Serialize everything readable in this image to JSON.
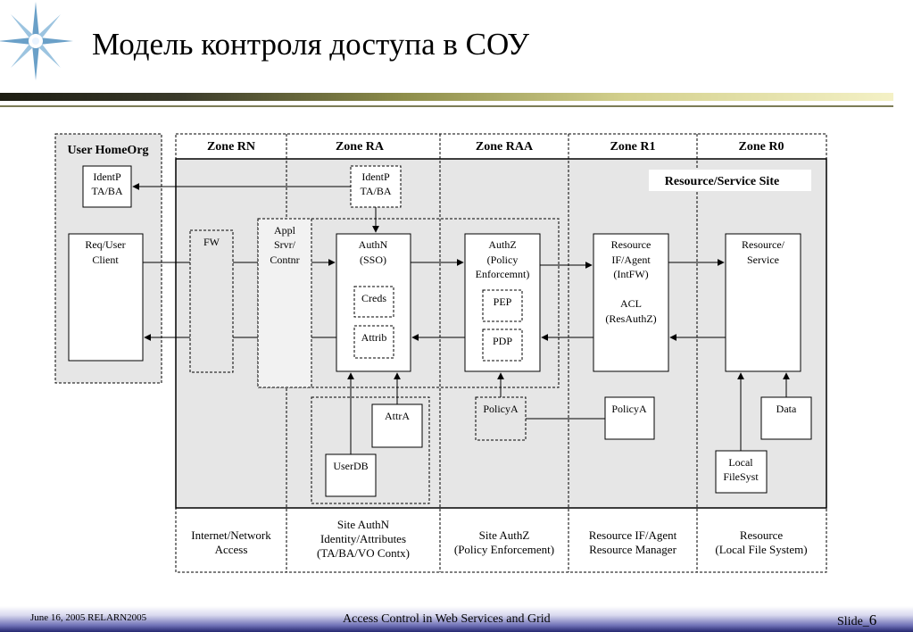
{
  "slide": {
    "title": "Модель контроля доступа в СОУ",
    "footer": {
      "date_event": "June 16, 2005 RELARN2005",
      "center": "Access Control in Web Services and Grid",
      "slide_prefix": "Slide_",
      "slide_number": "6"
    }
  },
  "diagram": {
    "zones": {
      "home": "User HomeOrg",
      "rn": "Zone RN",
      "ra": "Zone RA",
      "raa": "Zone RAA",
      "r1": "Zone R1",
      "r0": "Zone R0"
    },
    "site_label": "Resource/Service Site",
    "boxes": {
      "identp_home": [
        "IdentP",
        "TA/BA"
      ],
      "identp_ra": [
        "IdentP",
        "TA/BA"
      ],
      "req_user": [
        "Req/User",
        "Client"
      ],
      "fw": [
        "FW"
      ],
      "appl": [
        "Appl",
        "Srvr/",
        "Contnr"
      ],
      "authn": [
        "AuthN",
        "(SSO)"
      ],
      "creds": [
        "Creds"
      ],
      "attrib": [
        "Attrib"
      ],
      "authz": [
        "AuthZ",
        "(Policy",
        "Enforcemnt)"
      ],
      "pep": [
        "PEP"
      ],
      "pdp": [
        "PDP"
      ],
      "resource_if": [
        "Resource",
        "IF/Agent",
        "(IntFW)"
      ],
      "acl": [
        "ACL",
        "(ResAuthZ)"
      ],
      "resource_service": [
        "Resource/",
        "Service"
      ],
      "attra": [
        "AttrA"
      ],
      "userdb": [
        "UserDB"
      ],
      "policya_raa": [
        "PolicyA"
      ],
      "policya_r1": [
        "PolicyA"
      ],
      "data": [
        "Data"
      ],
      "local_fs": [
        "Local",
        "FileSyst"
      ]
    },
    "bottom_labels": {
      "rn": [
        "Internet/Network",
        "Access"
      ],
      "ra": [
        "Site AuthN",
        "Identity/Attributes",
        "(TA/BA/VO Contx)"
      ],
      "raa": [
        "Site AuthZ",
        "(Policy Enforcement)"
      ],
      "r1": [
        "Resource IF/Agent",
        "Resource Manager"
      ],
      "r0": [
        "Resource",
        "(Local File System)"
      ]
    }
  }
}
